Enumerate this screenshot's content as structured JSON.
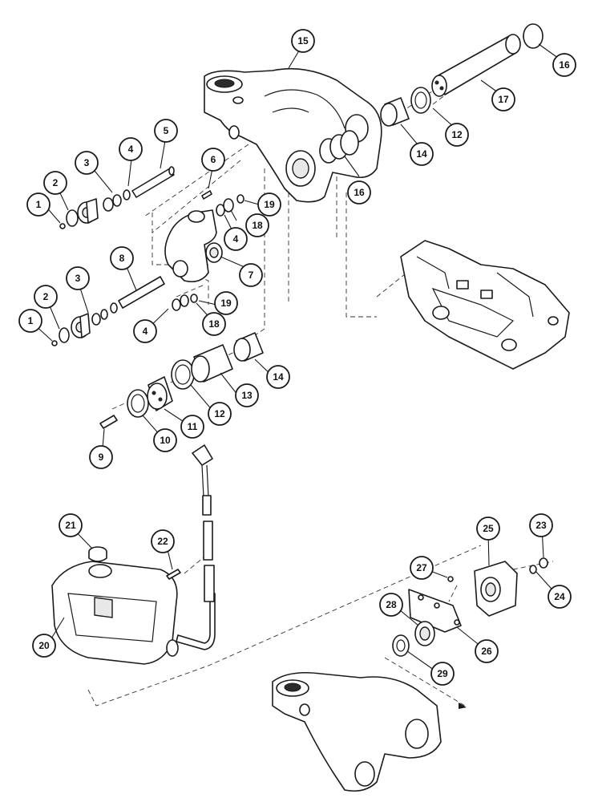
{
  "callouts": [
    {
      "id": "c15a",
      "label": "15"
    },
    {
      "id": "c16a",
      "label": "16"
    },
    {
      "id": "c17",
      "label": "17"
    },
    {
      "id": "c12a",
      "label": "12"
    },
    {
      "id": "c14a",
      "label": "14"
    },
    {
      "id": "c16b",
      "label": "16"
    },
    {
      "id": "c5",
      "label": "5"
    },
    {
      "id": "c4a",
      "label": "4"
    },
    {
      "id": "c3a",
      "label": "3"
    },
    {
      "id": "c2a",
      "label": "2"
    },
    {
      "id": "c1a",
      "label": "1"
    },
    {
      "id": "c6",
      "label": "6"
    },
    {
      "id": "c19a",
      "label": "19"
    },
    {
      "id": "c18a",
      "label": "18"
    },
    {
      "id": "c4b",
      "label": "4"
    },
    {
      "id": "c7",
      "label": "7"
    },
    {
      "id": "c8",
      "label": "8"
    },
    {
      "id": "c3b",
      "label": "3"
    },
    {
      "id": "c2b",
      "label": "2"
    },
    {
      "id": "c1b",
      "label": "1"
    },
    {
      "id": "c4c",
      "label": "4"
    },
    {
      "id": "c19b",
      "label": "19"
    },
    {
      "id": "c18b",
      "label": "18"
    },
    {
      "id": "c14b",
      "label": "14"
    },
    {
      "id": "c13",
      "label": "13"
    },
    {
      "id": "c12b",
      "label": "12"
    },
    {
      "id": "c11",
      "label": "11"
    },
    {
      "id": "c10",
      "label": "10"
    },
    {
      "id": "c9",
      "label": "9"
    },
    {
      "id": "c21",
      "label": "21"
    },
    {
      "id": "c22",
      "label": "22"
    },
    {
      "id": "c20",
      "label": "20"
    },
    {
      "id": "c25",
      "label": "25"
    },
    {
      "id": "c23",
      "label": "23"
    },
    {
      "id": "c24",
      "label": "24"
    },
    {
      "id": "c27",
      "label": "27"
    },
    {
      "id": "c28",
      "label": "28"
    },
    {
      "id": "c26",
      "label": "26"
    },
    {
      "id": "c29",
      "label": "29"
    }
  ]
}
